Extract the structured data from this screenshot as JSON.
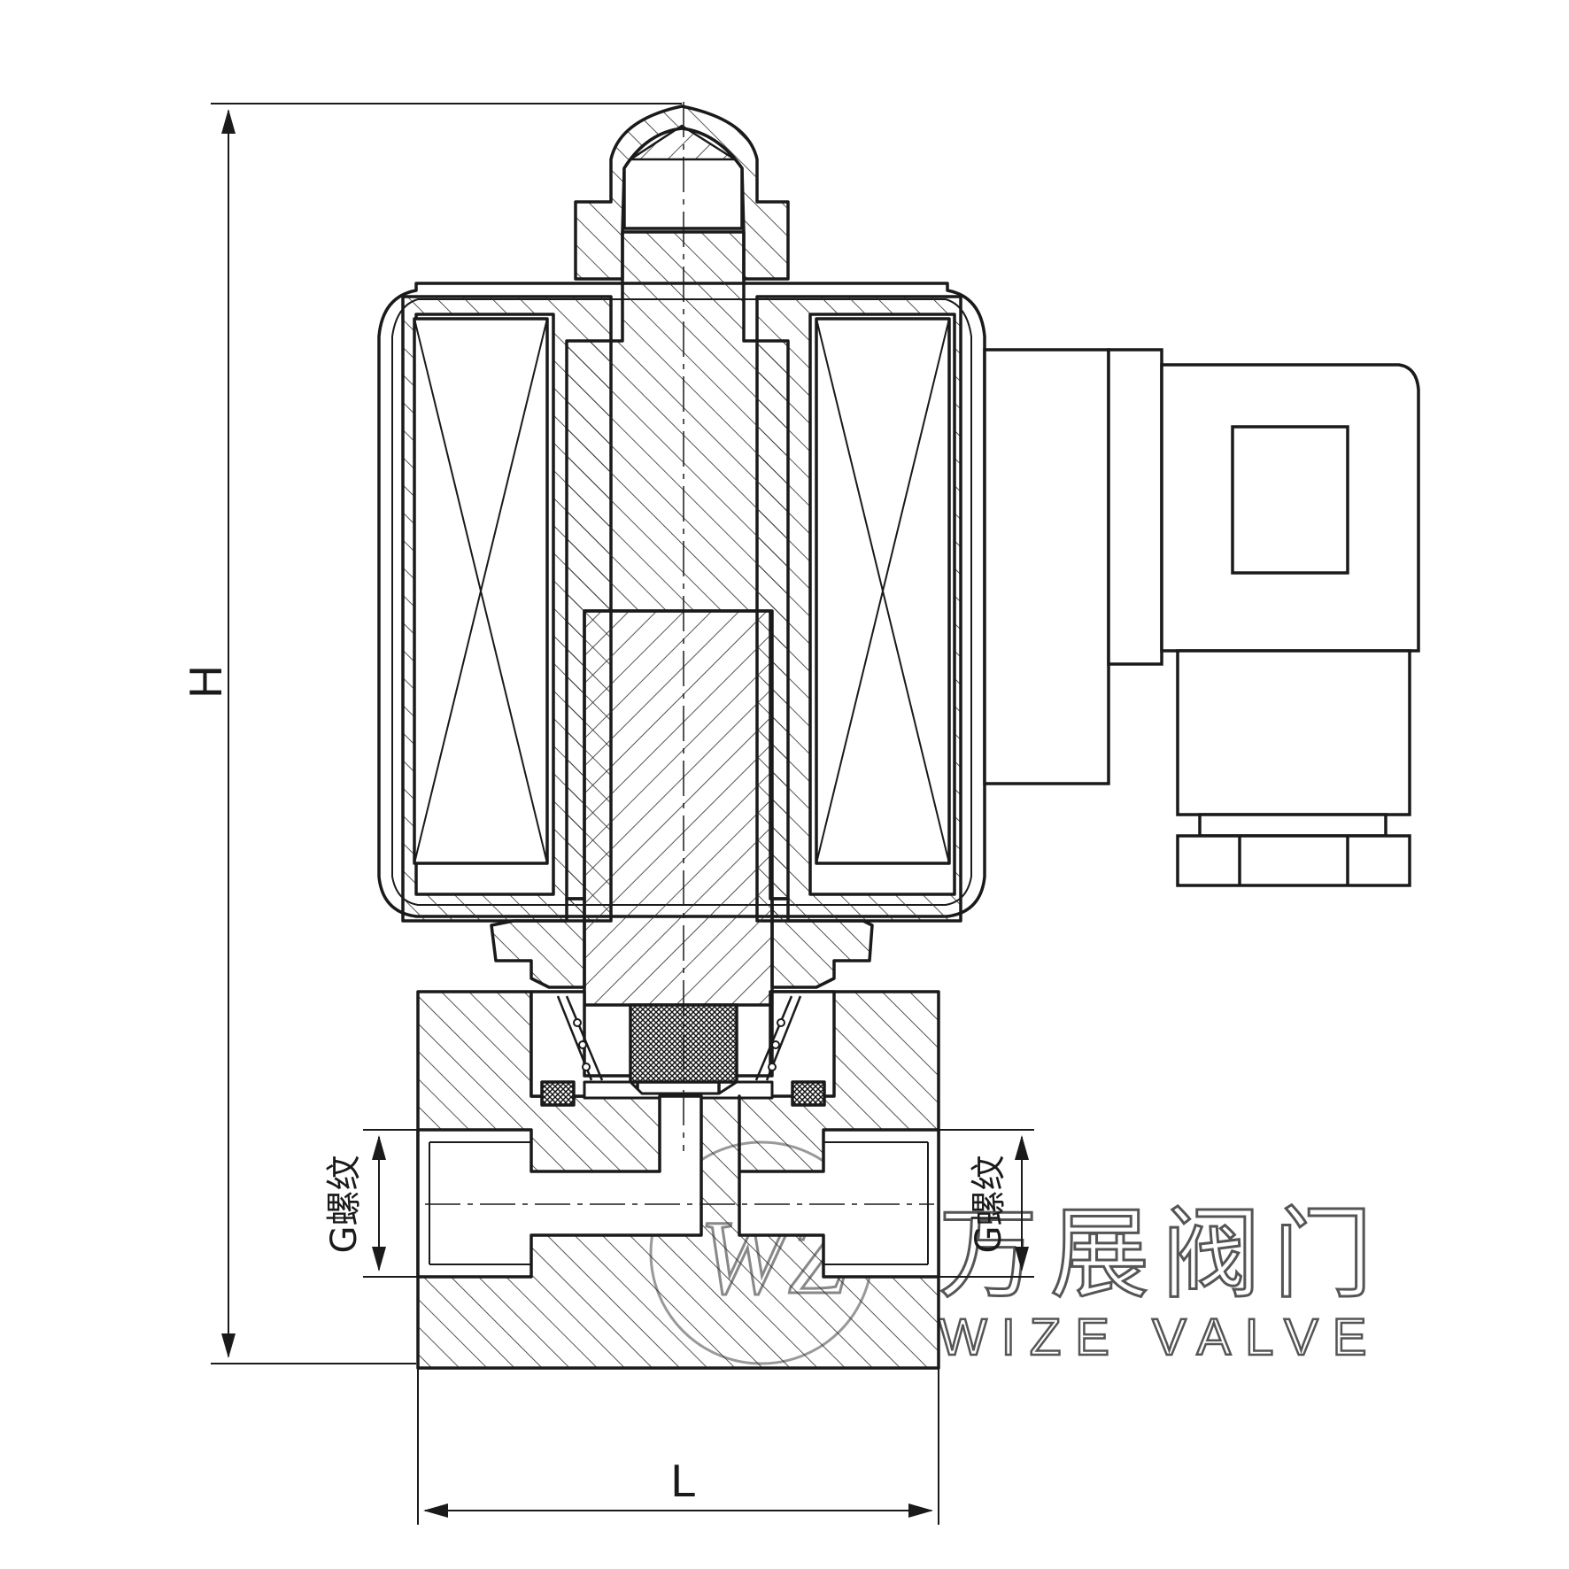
{
  "dimensions": {
    "height_label": "H",
    "length_label": "L",
    "thread_label_left": "G螺纹",
    "thread_label_right": "G螺纹"
  },
  "watermark": {
    "logo_letters": "WZ",
    "chinese_name": "万展阀门",
    "english_name": "WIZE VALVE"
  },
  "colors": {
    "line": "#1a1a1a",
    "hatch": "#2a2a2a",
    "watermark_stroke": "#888888"
  }
}
